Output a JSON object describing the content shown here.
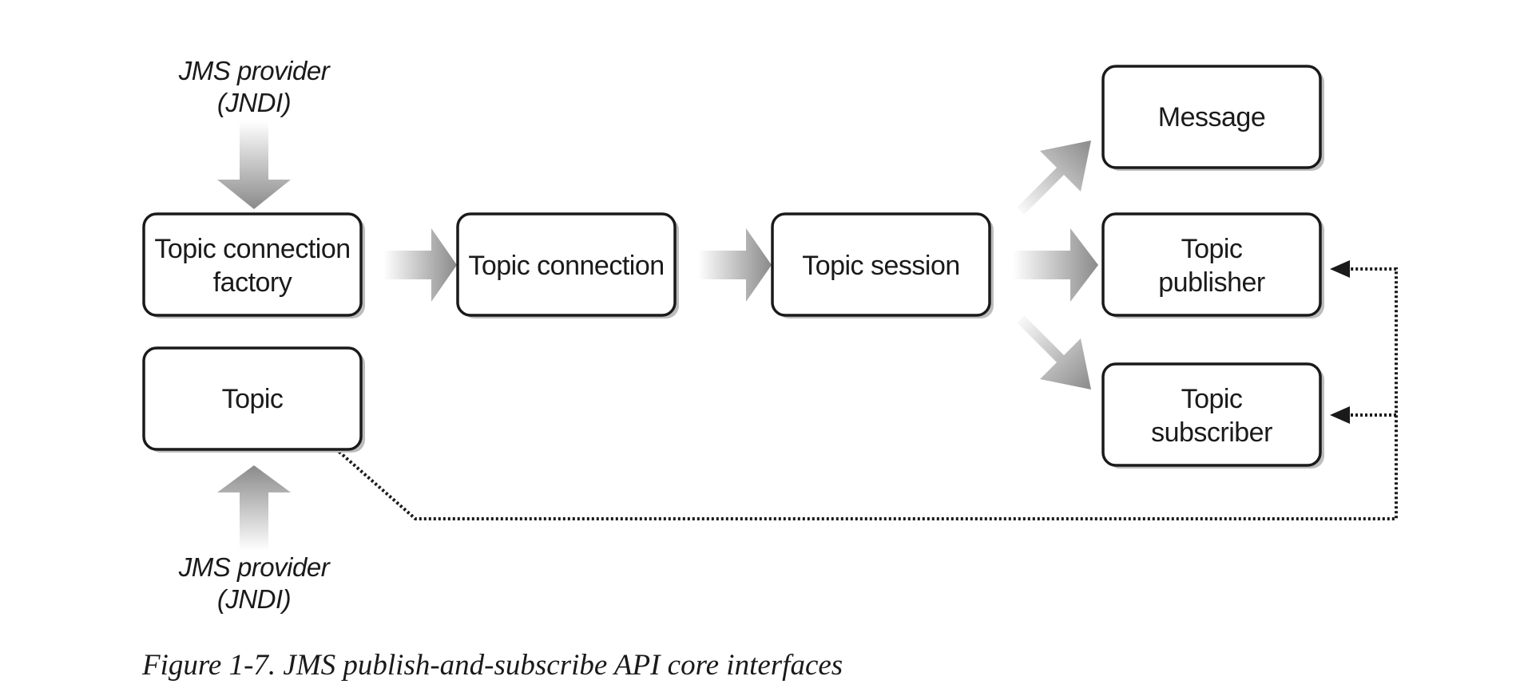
{
  "diagram": {
    "boxes": {
      "topic_connection_factory": {
        "line1": "Topic connection",
        "line2": "factory"
      },
      "topic_connection": {
        "label": "Topic connection"
      },
      "topic_session": {
        "label": "Topic session"
      },
      "message": {
        "label": "Message"
      },
      "topic_publisher": {
        "line1": "Topic",
        "line2": "publisher"
      },
      "topic_subscriber": {
        "line1": "Topic",
        "line2": "subscriber"
      },
      "topic": {
        "label": "Topic"
      }
    },
    "providers": {
      "top": {
        "line1": "JMS provider",
        "line2": "(JNDI)"
      },
      "bottom": {
        "line1": "JMS provider",
        "line2": "(JNDI)"
      }
    }
  },
  "caption": "Figure 1-7. JMS publish-and-subscribe API core interfaces"
}
